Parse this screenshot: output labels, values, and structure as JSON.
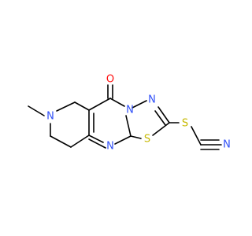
{
  "molecule": {
    "atoms": {
      "O": "O",
      "N_methyl": "N",
      "N_bridge": "N",
      "N_thiadiazole": "N",
      "N_pyrimidine": "N",
      "S_ring": "S",
      "S_thioether": "S",
      "N_nitrile": "N"
    },
    "colors": {
      "oxygen": "#ff0d0d",
      "nitrogen": "#3050f8",
      "sulfur": "#c6b800",
      "bond": "#000000"
    }
  }
}
